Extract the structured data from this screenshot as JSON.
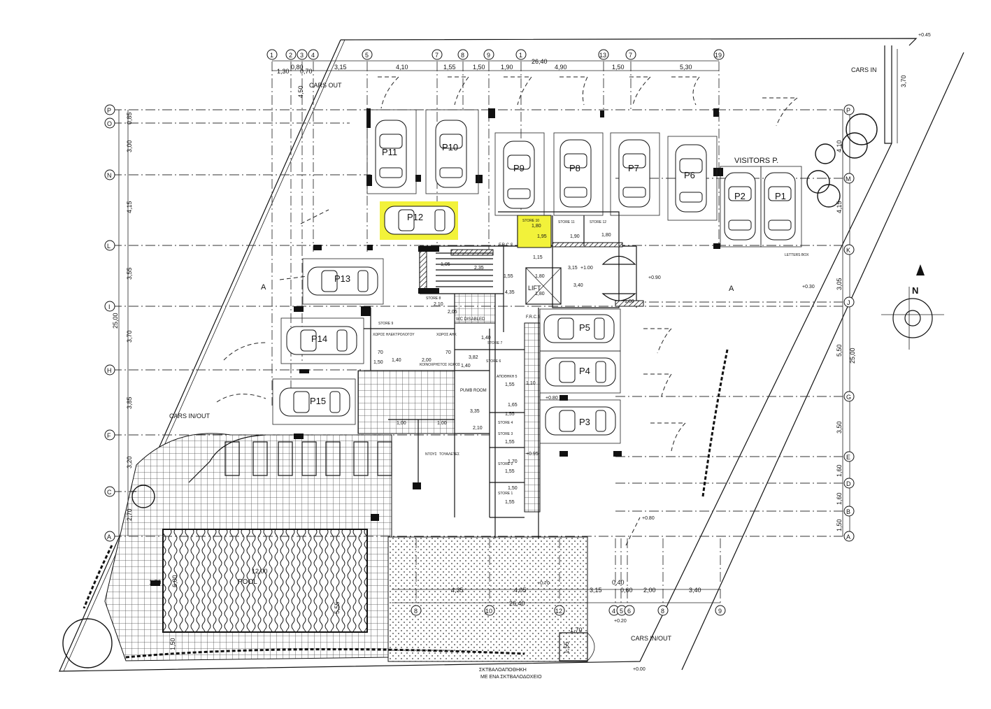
{
  "title": "Ground floor parking plan",
  "colors": {
    "highlight": "#f2f23a",
    "line": "#111111"
  },
  "grid_top": [
    "1",
    "2",
    "3",
    "4",
    "5",
    "7",
    "8",
    "9",
    "1",
    "13",
    "7",
    "19"
  ],
  "grid_bottom": [
    "8",
    "10",
    "12",
    "4",
    "5",
    "6",
    "8",
    "9"
  ],
  "grid_left": [
    "P",
    "O",
    "N",
    "L",
    "I",
    "H",
    "F",
    "C",
    "A"
  ],
  "grid_right": [
    "P",
    "M",
    "K",
    "J",
    "G",
    "E",
    "D",
    "B",
    "A"
  ],
  "dims_top": {
    "total": "26,40",
    "d1": "1,30",
    "d2": "0,80",
    "d3": "0,70",
    "d4": "3,15",
    "d5": "4,10",
    "d6": "1,55",
    "d7": "1,50",
    "d8": "1,90",
    "d9": "4,90",
    "d10": "1,50",
    "d11": "5,30"
  },
  "dims_left": {
    "total": "25,00",
    "d1": "0,85",
    "d2": "3,00",
    "d3": "4,15",
    "d4": "3,55",
    "d5": "3,70",
    "d6": "3,85",
    "d7": "3,20",
    "d8": "2,70",
    "diag": "4,50"
  },
  "dims_right": {
    "total": "25,00",
    "d1": "4,10",
    "d2": "4,15",
    "d3": "3,05",
    "d4": "5,50",
    "d5": "3,50",
    "d6": "1,60",
    "d7": "1,60",
    "d8": "1,50",
    "cars_in": "3,70"
  },
  "dims_bottom": {
    "total": "26,40",
    "d1": "4,35",
    "d2": "4,05",
    "d3": "3,15",
    "d4": "0,40",
    "d5": "0,60",
    "d6": "2,00",
    "d7": "3,40",
    "bin_w": "1,70",
    "bin_h": "1,55",
    "pool_w": "12,00",
    "pool_h": "5,55",
    "pool_m1": "1,50",
    "pool_m2": "1,50",
    "pool_d": "6,00"
  },
  "parking": [
    "P1",
    "P2",
    "P3",
    "P4",
    "P5",
    "P6",
    "P7",
    "P8",
    "P9",
    "P10",
    "P11",
    "P12",
    "P13",
    "P14",
    "P15"
  ],
  "labels": {
    "cars_out": "CARS OUT",
    "cars_in": "CARS IN",
    "cars_in_out_left": "CARS IN/OUT",
    "cars_in_out_bottom": "CARS IN/OUT",
    "visitors": "VISITORS P.",
    "letters_box": "LETTERS BOX",
    "lift": "LIFT",
    "frcs1": "F.R.C.S",
    "frcs2": "F.R.C.S",
    "pool": "POOL",
    "pump_room": "PUMB ROOM",
    "wc": "WC DISABLED",
    "section_a1": "A",
    "section_a2": "A",
    "north": "N",
    "bin_store_1": "ΣΚΤΒΑΛΟΑΠΟΘΗΚΗ",
    "bin_store_2": "ΜΕ ΕΝΑ ΣΚΤΒΑΛΟΔΟΧΕΙΟ",
    "common_area": "ΚΟΙΝΟΧΡΗΣΤΟΣ ΧΩΡΟΣ",
    "electric_room": "ΧΩΡΟΣ ΗΛΕΚΤΡΟΛΟΓΟΥ",
    "ark_room": "ΧΩΡΟΣ ΑΗΚ",
    "shower": "ΝΤΟΥΣ",
    "toilet": "ΤΟΥΑΛΕΤΕΣ",
    "apothiki5": "ΑΠΟΘΗΚΗ 5"
  },
  "stores": {
    "s1": "STORE 1",
    "s2": "STORE 2",
    "s3": "STORE 3",
    "s4": "STORE 4",
    "s6": "STORE 6",
    "s7": "STORE 7",
    "s8": "STORE 8",
    "s9": "STORE 9",
    "s10": "STORE 10",
    "s11": "STORE 11",
    "s12": "STORE 12"
  },
  "inner_dims": {
    "s10w": "1,95",
    "s10h": "1,80",
    "s11w": "1,90",
    "s12w": "1,80",
    "stair": "1,05",
    "stair_h": "2,35",
    "corr": "1,55",
    "corr_h": "4,35",
    "lift_w": "1,80",
    "lift_h": "1,80",
    "lobby": "3,40",
    "lobby_h": "3,15",
    "lobby_top": "1,15",
    "door": "1,00",
    "s8": "2,10",
    "s8h": "2,05",
    "s6": "3,82",
    "s7h": "1,40",
    "s6h": "1,40",
    "pump_h": "3,35",
    "pump_w": "2,10",
    "s5h": "1,55",
    "s4w": "1,65",
    "s4h": "1,55",
    "s3h": "1,55",
    "s2w": "1,70",
    "s2h": "1,55",
    "s1w": "1,50",
    "s1h": "1,55",
    "rest1": "1,00",
    "rest2": "1,00",
    "d140": "1,40",
    "d200": "2,00",
    "d70a": "70",
    "d70b": "70",
    "s5d": "1,10",
    "common_h": "1,50"
  },
  "levels": {
    "top_right": "+0.45",
    "lobby": "+1.00",
    "entry": "+0.90",
    "visitor": "+0.30",
    "p3": "+0.80",
    "store3": "+0.95",
    "ramp": "+0.80",
    "patio": "+0.70",
    "bottom": "+0.20",
    "street": "+0.00"
  }
}
